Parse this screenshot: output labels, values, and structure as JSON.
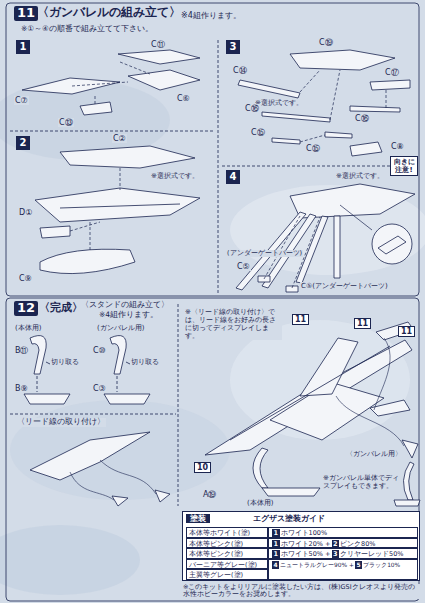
{
  "diagram": {
    "nodes": [
      {
        "text": [
          "11"
        ]
      },
      {
        "text": [
          "1"
        ]
      },
      {
        "text": [
          "2"
        ]
      },
      {
        "text": [
          "3"
        ]
      },
      {
        "text": [
          "4"
        ]
      },
      {
        "text": [
          "向きに注意!"
        ]
      },
      {
        "text": [
          "12"
        ]
      },
      {
        "text": [
          "11"
        ]
      },
      {
        "text": [
          "11"
        ]
      },
      {
        "text": [
          "11"
        ]
      },
      {
        "text": [
          "10"
        ]
      },
      {
        "text": [
          "塗装",
          "エグザス塗装ガイド"
        ]
      },
      {
        "text": [
          "本体等ホワイト(塗)"
        ],
        "in": 11
      },
      {
        "text": [
          "本体等ピンク(塗)"
        ],
        "in": 11
      },
      {
        "text": [
          "本体等ピンク(塗)"
        ],
        "in": 11
      },
      {
        "text": [
          "バーニア等グレー(塗)"
        ],
        "in": 11
      },
      {
        "text": [
          "主翼等グレー(塗)"
        ],
        "in": 11
      },
      {
        "text": [
          "1",
          "ホワイト100%"
        ],
        "in": 11
      },
      {
        "text": [
          "1",
          "ホワイト20% +",
          "2",
          "ピンク80%"
        ],
        "in": 11
      },
      {
        "text": [
          "1",
          "ホワイト50% +",
          "3",
          "クリヤーレッド50%"
        ],
        "in": 11
      },
      {
        "text": [
          "4",
          "ニュートラルグレー90% +",
          "5",
          "ブラック10%"
        ],
        "in": 11
      }
    ],
    "labels": [
      "〈ガンバレルの組み立て〉",
      "※4組作ります。",
      "※①～④の順番で組み立てて下さい。",
      "C⑪",
      "C⑦",
      "C⑥",
      "C⑬",
      "C②",
      "※選択式です。",
      "D①",
      "C⑨",
      "C⑲",
      "C⑭",
      "※選択式です。",
      "C⑰",
      "C⑯",
      "C⑯",
      "C⑮",
      "C⑮",
      "C⑧",
      "※選択式です。",
      "(アンダーゲートパーツ)",
      "C⑤",
      "C⑤(アンダーゲートパーツ)",
      "〈完成〉",
      "〈スタンドの組み立て〉",
      "※4組作ります。",
      "(本体用)",
      "B⑪",
      "切り取る",
      "B⑨",
      "(ガンバレル用)",
      "C⑩",
      "切り取る",
      "C③",
      "〈リード線の取り付け〉",
      "※〈リード線の取り付け〉では、リード線をお好みの長さに切ってディスプレイします。",
      "〈ガンバレル用〉",
      "※ガンバレル単体でディスプレイもできます。",
      "A⑲",
      "(本体用)",
      "※このキットをよりリアルに塗装したい方は、(株)GSIクレオスより発売の水性ホビーカラーをお奨めします。"
    ]
  }
}
